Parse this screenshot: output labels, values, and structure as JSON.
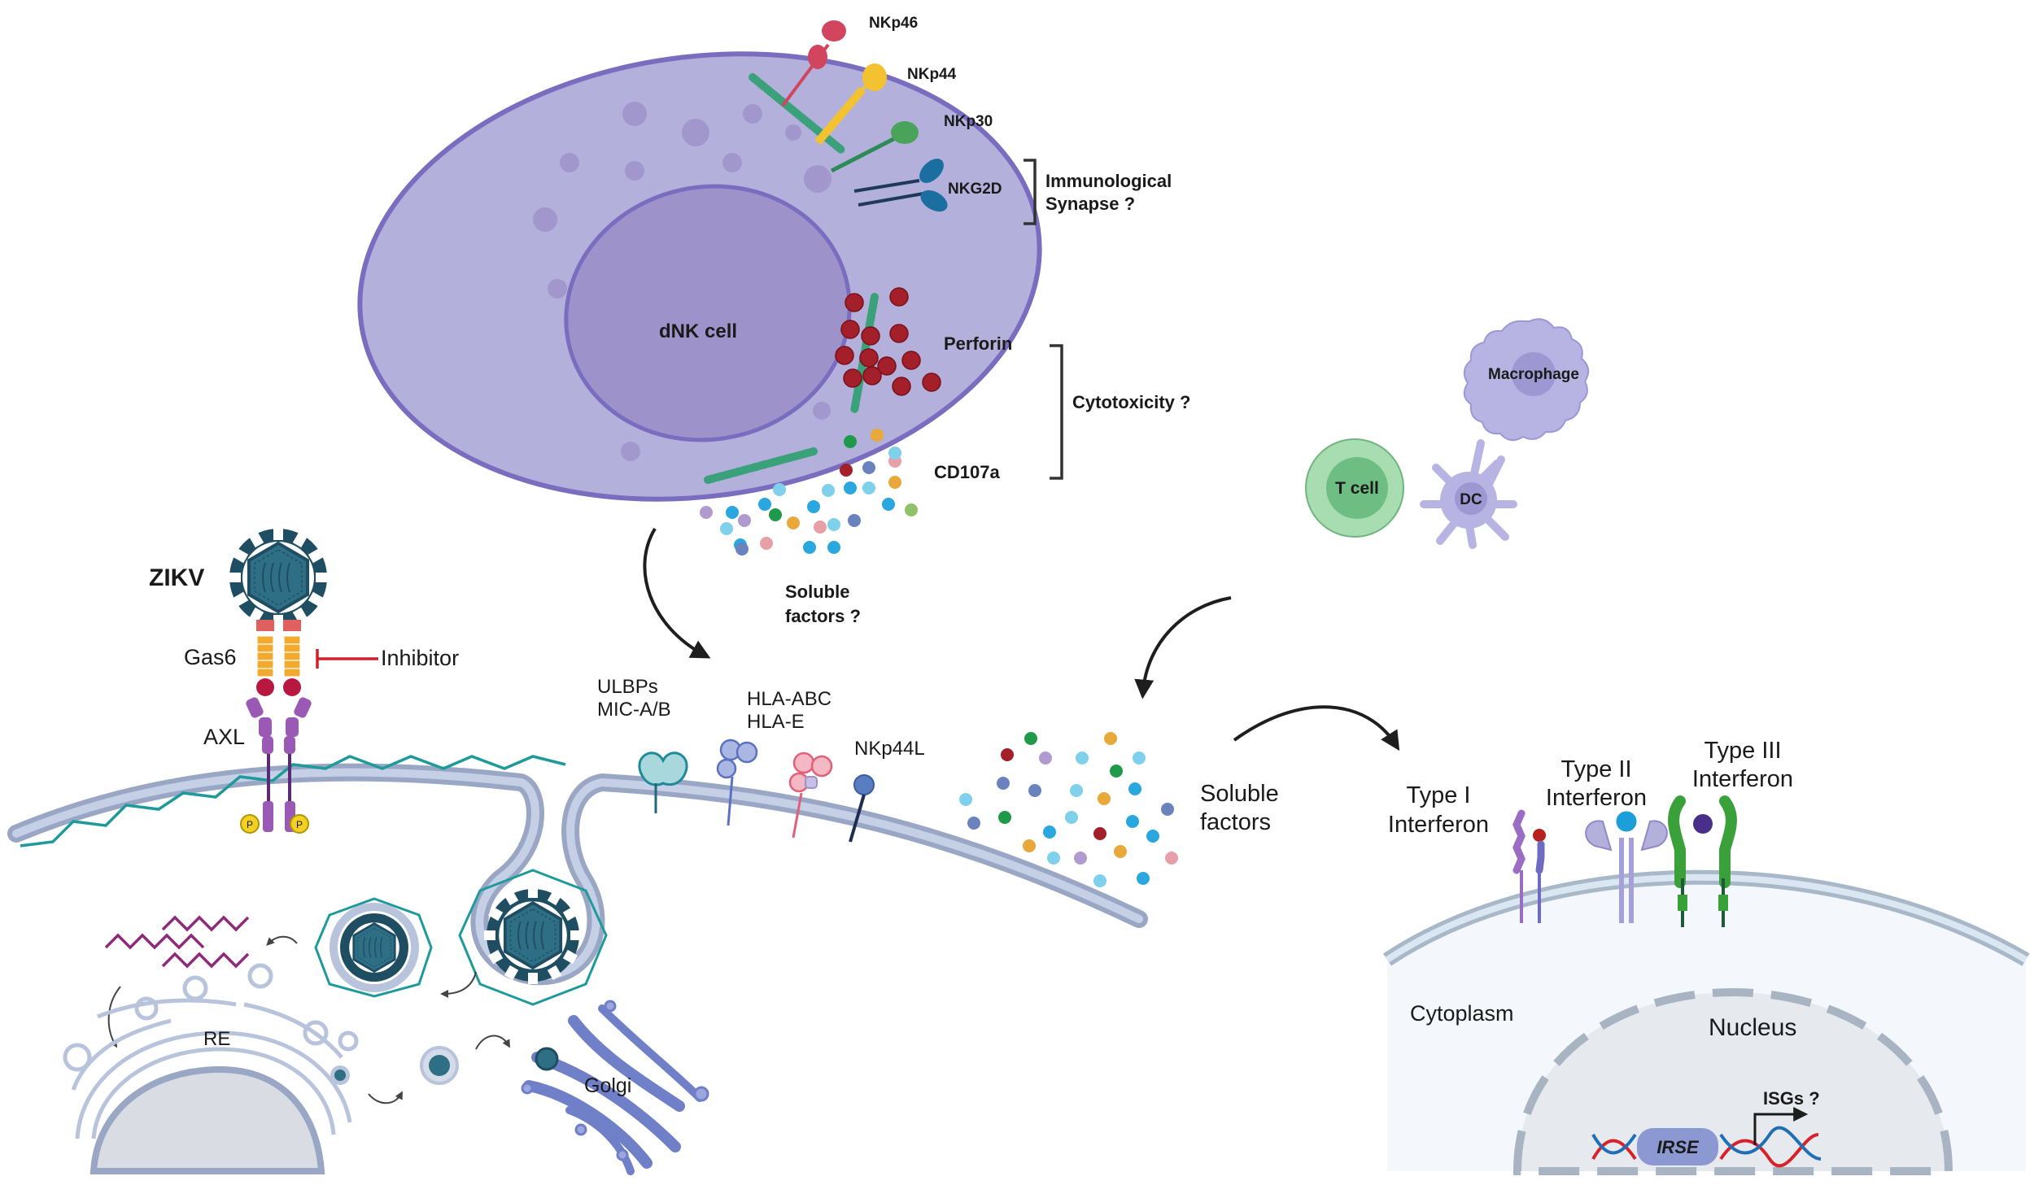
{
  "figure": {
    "colors": {
      "dnk_cell": "#b3b0dc",
      "dnk_border": "#7a6cbf",
      "dnk_nucleus": "#9d92c9",
      "perforin": "#a31f2a",
      "virus": "#1f4e63",
      "gas6": "#f2a92c",
      "axl": "#9b59b6",
      "membrane": "#9aa7c4",
      "clathrin": "#1e9a9a",
      "inhibitor": "#d0202a",
      "t_cell": "#8fd19e",
      "macrophage": "#b7b4e3",
      "golgi": "#7f8ed0"
    },
    "dnk": {
      "cell_label": "dNK cell",
      "receptors": [
        "NKp46",
        "NKp44",
        "NKp30",
        "NKG2D"
      ],
      "synapse_label_1": "Immunological",
      "synapse_label_2": "Synapse ?",
      "perforin_label": "Perforin",
      "cd107a_label": "CD107a",
      "cytotoxicity_label": "Cytotoxicity ?",
      "soluble_label_1": "Soluble",
      "soluble_label_2": "factors ?"
    },
    "immune_cells": {
      "macrophage": "Macrophage",
      "t_cell": "T cell",
      "dc": "DC"
    },
    "infected_cell": {
      "virus_label": "ZIKV",
      "gas6_label": "Gas6",
      "inhibitor_label": "Inhibitor",
      "axl_label": "AXL",
      "phospho_label": "P",
      "ligands": {
        "ulbps_1": "ULBPs",
        "ulbps_2": "MIC-A/B",
        "hla_1": "HLA-ABC",
        "hla_2": "HLA-E",
        "nkp44l": "NKp44L"
      },
      "re_label": "RE",
      "golgi_label": "Golgi"
    },
    "secreted": {
      "label_1": "Soluble",
      "label_2": "factors"
    },
    "target_cell": {
      "type1_1": "Type I",
      "type1_2": "Interferon",
      "type2_1": "Type II",
      "type2_2": "Interferon",
      "type3_1": "Type III",
      "type3_2": "Interferon",
      "cytoplasm": "Cytoplasm",
      "nucleus": "Nucleus",
      "irse": "IRSE",
      "isgs": "ISGs ?"
    }
  }
}
